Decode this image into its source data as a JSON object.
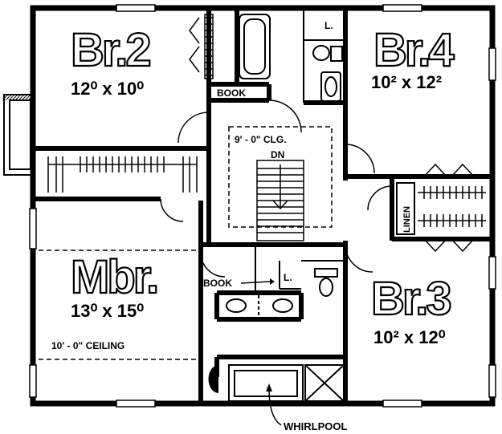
{
  "rooms": {
    "br2": {
      "name": "Br.2",
      "size": "12⁰ x 10⁰"
    },
    "br4": {
      "name": "Br.4",
      "size": "10² x 12²"
    },
    "mbr": {
      "name": "Mbr.",
      "size": "13⁰ x 15⁰",
      "note": "10' - 0\" CEILING"
    },
    "br3": {
      "name": "Br.3",
      "size": "10² x 12⁰"
    }
  },
  "labels": {
    "book_top": "BOOK",
    "book_mid": "BOOK",
    "linen_top": "L.",
    "linen_mid": "L.",
    "linen_closet": "LINEN",
    "ceiling": "9' - 0\" CLG.",
    "stair_dn": "DN",
    "whirlpool": "WHIRLPOOL"
  }
}
